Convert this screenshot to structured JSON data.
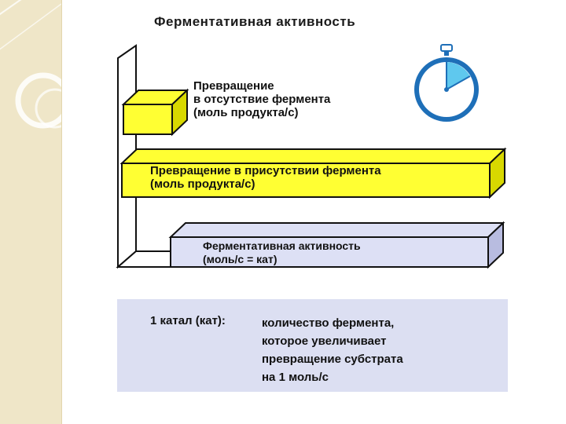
{
  "title": "Ферментативная активность",
  "blocks": {
    "without_enzyme": {
      "lines": [
        "Превращение",
        "в отсутствие фермента",
        "(моль продукта/с)"
      ]
    },
    "with_enzyme": {
      "lines": [
        "Превращение в присутствии фермента",
        "(моль продукта/с)"
      ]
    },
    "activity": {
      "lines": [
        "Ферментативная активность",
        "(моль/с = кат)"
      ]
    }
  },
  "katal": {
    "term": "1 катал (кат):",
    "definition_lines": [
      "количество фермента,",
      "которое увеличивает",
      "превращение субстрата",
      "на 1 моль/с"
    ]
  },
  "colors": {
    "yellow": "#ffff33",
    "blue_bar": "#dde0f5",
    "katal_box": "#dcdff2",
    "stopwatch_face": "#1e6fb8",
    "stopwatch_sector": "#5fc8ee",
    "side_panel": "#efe6c8"
  },
  "icons": {
    "stopwatch": "stopwatch-icon"
  }
}
